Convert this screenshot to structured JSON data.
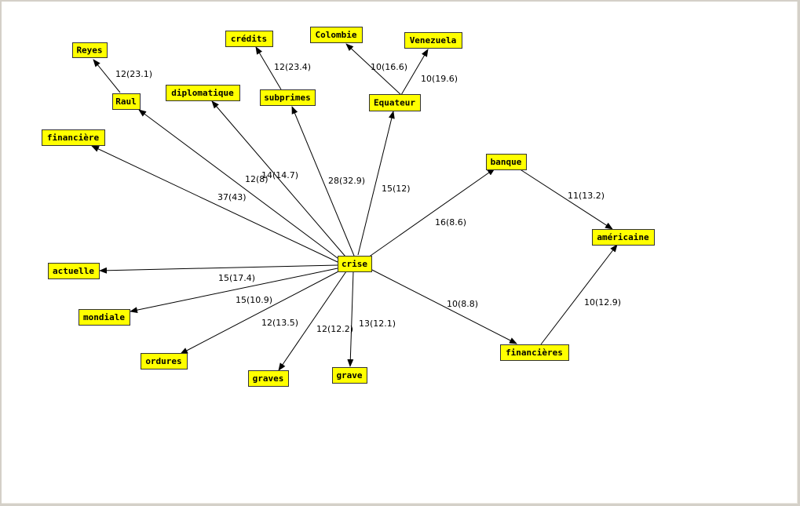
{
  "graph": {
    "nodes": [
      {
        "id": "crise",
        "label": "crise"
      },
      {
        "id": "reyes",
        "label": "Reyes"
      },
      {
        "id": "raul",
        "label": "Raul"
      },
      {
        "id": "diplomatique",
        "label": "diplomatique"
      },
      {
        "id": "credits",
        "label": "crédits"
      },
      {
        "id": "subprimes",
        "label": "subprimes"
      },
      {
        "id": "colombie",
        "label": "Colombie"
      },
      {
        "id": "venezuela",
        "label": "Venezuela"
      },
      {
        "id": "equateur",
        "label": "Equateur"
      },
      {
        "id": "financiere",
        "label": "financière"
      },
      {
        "id": "banque",
        "label": "banque"
      },
      {
        "id": "americaine",
        "label": "américaine"
      },
      {
        "id": "actuelle",
        "label": "actuelle"
      },
      {
        "id": "mondiale",
        "label": "mondiale"
      },
      {
        "id": "ordures",
        "label": "ordures"
      },
      {
        "id": "graves",
        "label": "graves"
      },
      {
        "id": "grave",
        "label": "grave"
      },
      {
        "id": "financieres",
        "label": "financières"
      }
    ],
    "edges": [
      {
        "from": "raul",
        "to": "reyes",
        "label": "12(23.1)"
      },
      {
        "from": "subprimes",
        "to": "credits",
        "label": "12(23.4)"
      },
      {
        "from": "equateur",
        "to": "colombie",
        "label": "10(16.6)"
      },
      {
        "from": "equateur",
        "to": "venezuela",
        "label": "10(19.6)"
      },
      {
        "from": "crise",
        "to": "financiere",
        "label": "37(43)"
      },
      {
        "from": "crise",
        "to": "raul",
        "label": "12(8)"
      },
      {
        "from": "crise",
        "to": "diplomatique",
        "label": "14(14.7)"
      },
      {
        "from": "crise",
        "to": "subprimes",
        "label": "28(32.9)"
      },
      {
        "from": "crise",
        "to": "equateur",
        "label": "15(12)"
      },
      {
        "from": "crise",
        "to": "banque",
        "label": "16(8.6)"
      },
      {
        "from": "banque",
        "to": "americaine",
        "label": "11(13.2)"
      },
      {
        "from": "crise",
        "to": "actuelle",
        "label": "15(17.4)"
      },
      {
        "from": "crise",
        "to": "mondiale",
        "label": "15(10.9)"
      },
      {
        "from": "crise",
        "to": "ordures",
        "label": "12(13.5)"
      },
      {
        "from": "crise",
        "to": "graves",
        "label": "12(12.2)"
      },
      {
        "from": "crise",
        "to": "grave",
        "label": "13(12.1)"
      },
      {
        "from": "crise",
        "to": "financieres",
        "label": "10(8.8)"
      },
      {
        "from": "financieres",
        "to": "americaine",
        "label": "10(12.9)"
      }
    ]
  }
}
